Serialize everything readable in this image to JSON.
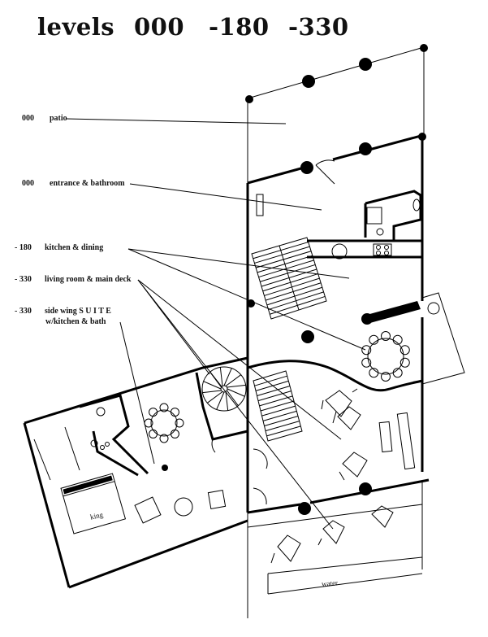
{
  "title": {
    "word": "levels",
    "levels": [
      "000",
      "-180",
      "-330"
    ]
  },
  "labels": [
    {
      "level": "000",
      "text": "patio"
    },
    {
      "level": "000",
      "text": "entrance & bathroom"
    },
    {
      "level": "- 180",
      "text": "kitchen & dining"
    },
    {
      "level": "- 330",
      "text": "living room & main deck"
    },
    {
      "level": "- 330",
      "text": "side wing",
      "text_emph": "S U I T E",
      "text2": "w/kitchen & bath"
    }
  ],
  "room_labels": {
    "king": "king",
    "water": "water"
  }
}
